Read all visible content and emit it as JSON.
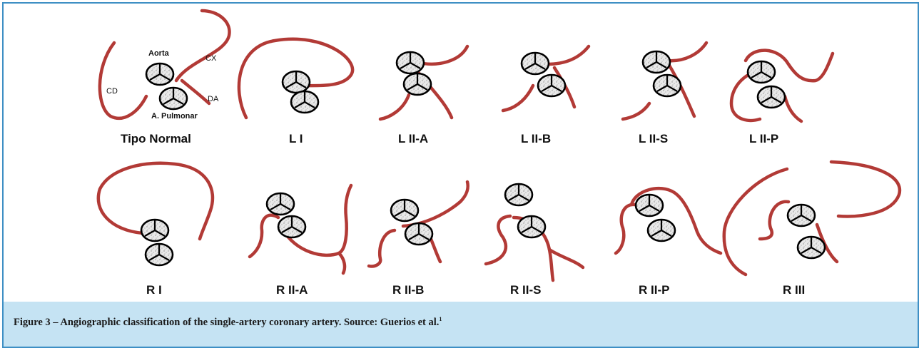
{
  "figure": {
    "caption": "Figure 3 – Angiographic classification of the single-artery coronary artery. Source: Guerios et al.",
    "caption_ref": "1"
  },
  "normal_annotations": {
    "aorta": "Aorta",
    "cx": "CX",
    "cd": "CD",
    "da": "DA",
    "pulmonar": "A. Pulmonar"
  },
  "panels_top": [
    {
      "id": "normal",
      "label": "Tipo Normal"
    },
    {
      "id": "l1",
      "label": "L I"
    },
    {
      "id": "l2a",
      "label": "L II-A"
    },
    {
      "id": "l2b",
      "label": "L II-B"
    },
    {
      "id": "l2s",
      "label": "L II-S"
    },
    {
      "id": "l2p",
      "label": "L II-P"
    }
  ],
  "panels_bottom": [
    {
      "id": "r1",
      "label": "R I"
    },
    {
      "id": "r2a",
      "label": "R II-A"
    },
    {
      "id": "r2b",
      "label": "R II-B"
    },
    {
      "id": "r2s",
      "label": "R II-S"
    },
    {
      "id": "r2p",
      "label": "R II-P"
    },
    {
      "id": "r3",
      "label": "R III"
    }
  ],
  "colors": {
    "artery": "#b23a36",
    "border": "#3e8fc4",
    "caption_bg": "#c5e3f3"
  }
}
